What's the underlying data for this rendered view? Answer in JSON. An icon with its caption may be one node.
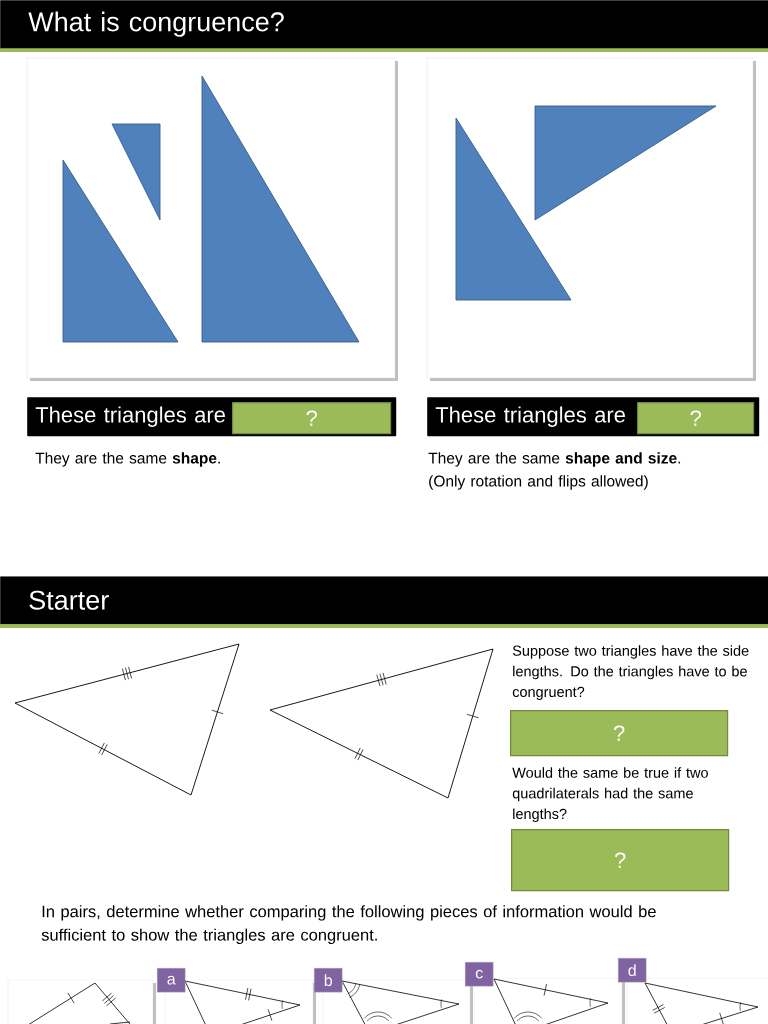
{
  "diagram": {
    "nodes": [
      {
        "text": [
          "What is congruence?"
        ]
      },
      {
        "text": [
          "These triangles are"
        ]
      },
      {
        "text": [
          "?"
        ],
        "in": 1
      },
      {
        "text": [
          "These triangles are"
        ]
      },
      {
        "text": [
          "?"
        ],
        "in": 3
      },
      {
        "text": [
          "Starter"
        ]
      },
      {
        "text": [
          "?"
        ]
      },
      {
        "text": [
          "?"
        ]
      },
      {
        "text": [
          "a"
        ]
      },
      {
        "text": [
          "b"
        ]
      },
      {
        "text": [
          "c"
        ]
      },
      {
        "text": [
          "d"
        ]
      }
    ],
    "labels": [
      "They are the same **shape**.",
      "They are the same **shape and size**.",
      "(Only rotation and flips allowed)",
      "Suppose two triangles have the side lengths. Do the triangles have to be congruent?",
      "Would the same be true if two quadrilaterals had the same lengths?",
      "In pairs, determine whether comparing the following pieces of information would be sufficient to show the triangles are congruent."
    ]
  }
}
